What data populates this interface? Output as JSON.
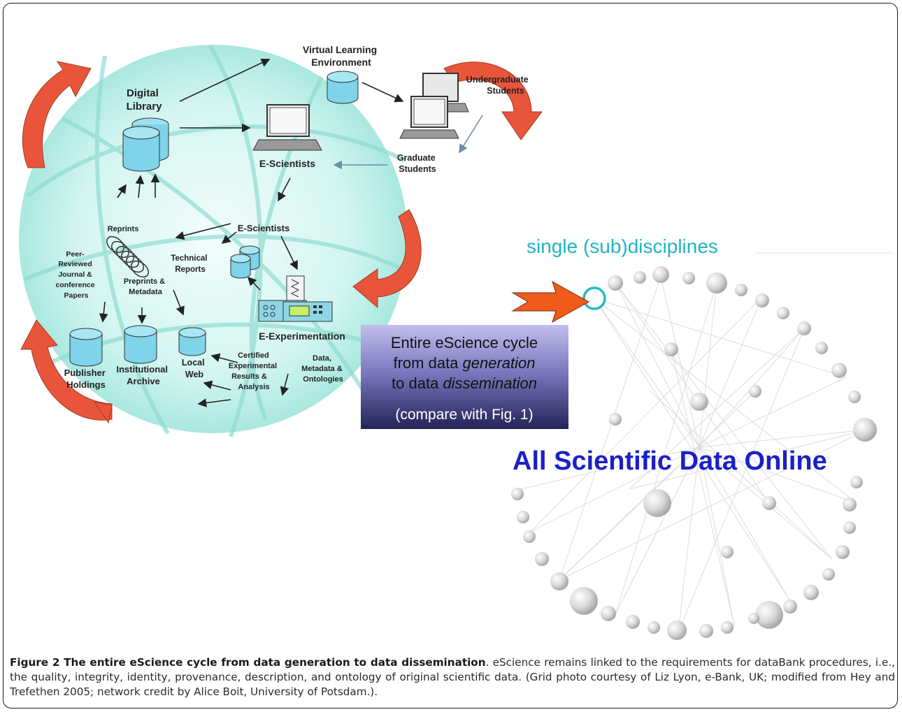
{
  "figure": {
    "diagram_labels": {
      "virtual_learning_env": [
        "Virtual Learning",
        "Environment"
      ],
      "undergraduate": [
        "Undergraduate",
        "Students"
      ],
      "digital_library": [
        "Digital",
        "Library"
      ],
      "e_scientists_top": "E-Scientists",
      "graduate": [
        "Graduate",
        "Students"
      ],
      "reprints": "Reprints",
      "e_scientists_mid": "E-Scientists",
      "peer_reviewed": [
        "Peer-",
        "Reviewed",
        "Journal &",
        "conference",
        "Papers"
      ],
      "technical_reports": [
        "Technical",
        "Reports"
      ],
      "preprints": [
        "Preprints &",
        "Metadata"
      ],
      "e_experimentation": "E-Experimentation",
      "local_web": [
        "Local",
        "Web"
      ],
      "publisher_holdings": [
        "Publisher",
        "Holdings"
      ],
      "institutional_archive": [
        "Institutional",
        "Archive"
      ],
      "certified": [
        "Certified",
        "Experimental",
        "Results &",
        "Analysis"
      ],
      "data_metadata": [
        "Data,",
        "Metadata &",
        "Ontologies"
      ]
    },
    "cycle_box": {
      "line1": "Entire eScience cycle",
      "line2_prefix": "from data ",
      "line2_em": "generation",
      "line3_prefix": "to data ",
      "line3_em": "dissemination",
      "line4": "(compare with Fig. 1)"
    },
    "network_top_label": "single (sub)disciplines",
    "network_main_label": "All Scientific Data Online",
    "colors": {
      "sphere": "#bfeee8",
      "cylinder": "#7fd3ea",
      "red_arrow": "#e8553a",
      "orange_arrow": "#f05a1a",
      "teal_text": "#22b3c4",
      "blue_text": "#1a20c8",
      "box_top": "#b8b4e6",
      "box_bottom": "#2a2864"
    }
  },
  "caption": {
    "title": "Figure 2 The entire eScience cycle from data generation to data dissemination",
    "body": ". eScience remains linked to the requirements for dataBank procedures, i.e., the quality, integrity, identity, provenance, description, and ontology of original scientific data. (Grid photo courtesy of Liz Lyon, e-Bank, UK; modified from Hey and Trefethen 2005; network credit by Alice Boit, University of Potsdam.)."
  }
}
